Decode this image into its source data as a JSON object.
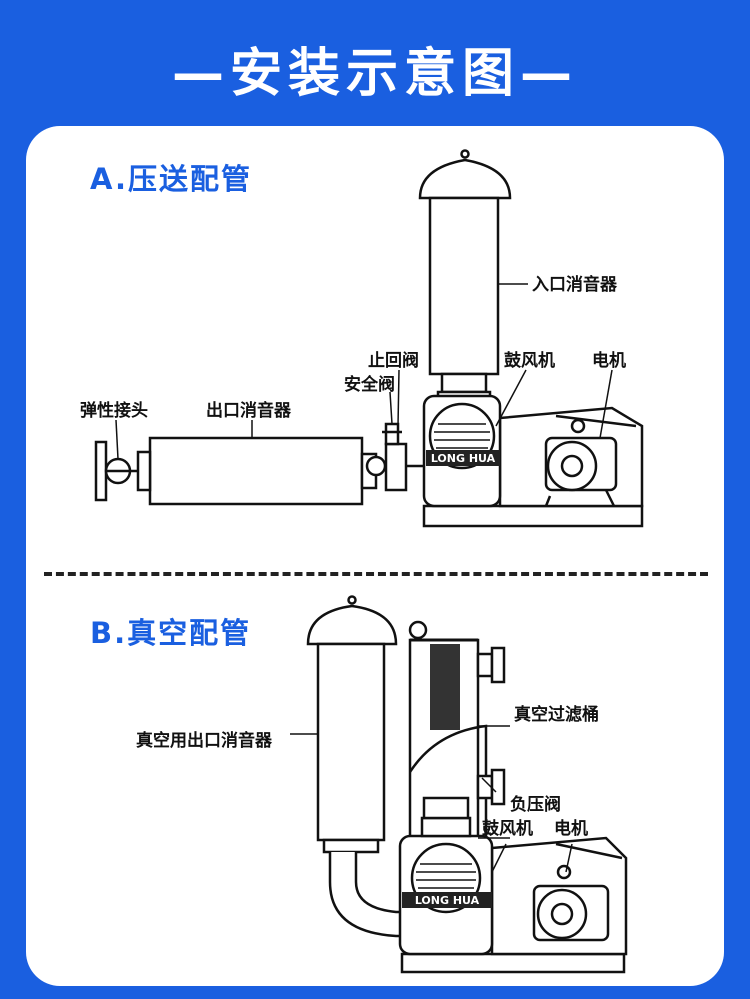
{
  "title": "—安装示意图—",
  "sections": {
    "a": {
      "heading": "A.压送配管",
      "labels": {
        "inlet_silencer": "入口消音器",
        "check_valve": "止回阀",
        "blower": "鼓风机",
        "motor": "电机",
        "safety_valve": "安全阀",
        "flex_joint": "弹性接头",
        "outlet_silencer": "出口消音器"
      },
      "brand": "LONG HUA"
    },
    "b": {
      "heading": "B.真空配管",
      "labels": {
        "vacuum_outlet_silencer": "真空用出口消音器",
        "vacuum_filter": "真空过滤桶",
        "negative_pressure_valve": "负压阀",
        "blower": "鼓风机",
        "motor": "电机"
      },
      "brand": "LONG HUA"
    }
  }
}
